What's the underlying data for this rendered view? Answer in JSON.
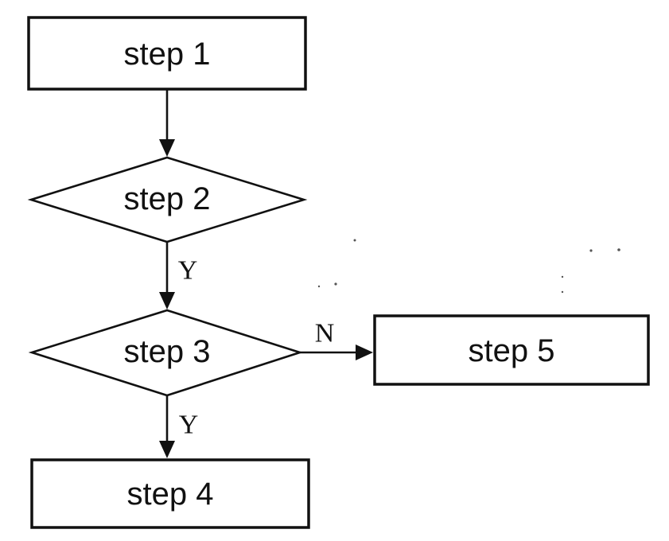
{
  "flowchart": {
    "nodes": [
      {
        "id": "step1",
        "type": "process",
        "label": "step 1"
      },
      {
        "id": "step2",
        "type": "decision",
        "label": "step 2"
      },
      {
        "id": "step3",
        "type": "decision",
        "label": "step 3"
      },
      {
        "id": "step4",
        "type": "process",
        "label": "step 4"
      },
      {
        "id": "step5",
        "type": "process",
        "label": "step 5"
      }
    ],
    "edges": [
      {
        "from": "step1",
        "to": "step2",
        "label": ""
      },
      {
        "from": "step2",
        "to": "step3",
        "label": "Y"
      },
      {
        "from": "step3",
        "to": "step5",
        "label": "N"
      },
      {
        "from": "step3",
        "to": "step4",
        "label": "Y"
      }
    ],
    "colors": {
      "stroke": "#111111",
      "background": "#ffffff"
    }
  }
}
